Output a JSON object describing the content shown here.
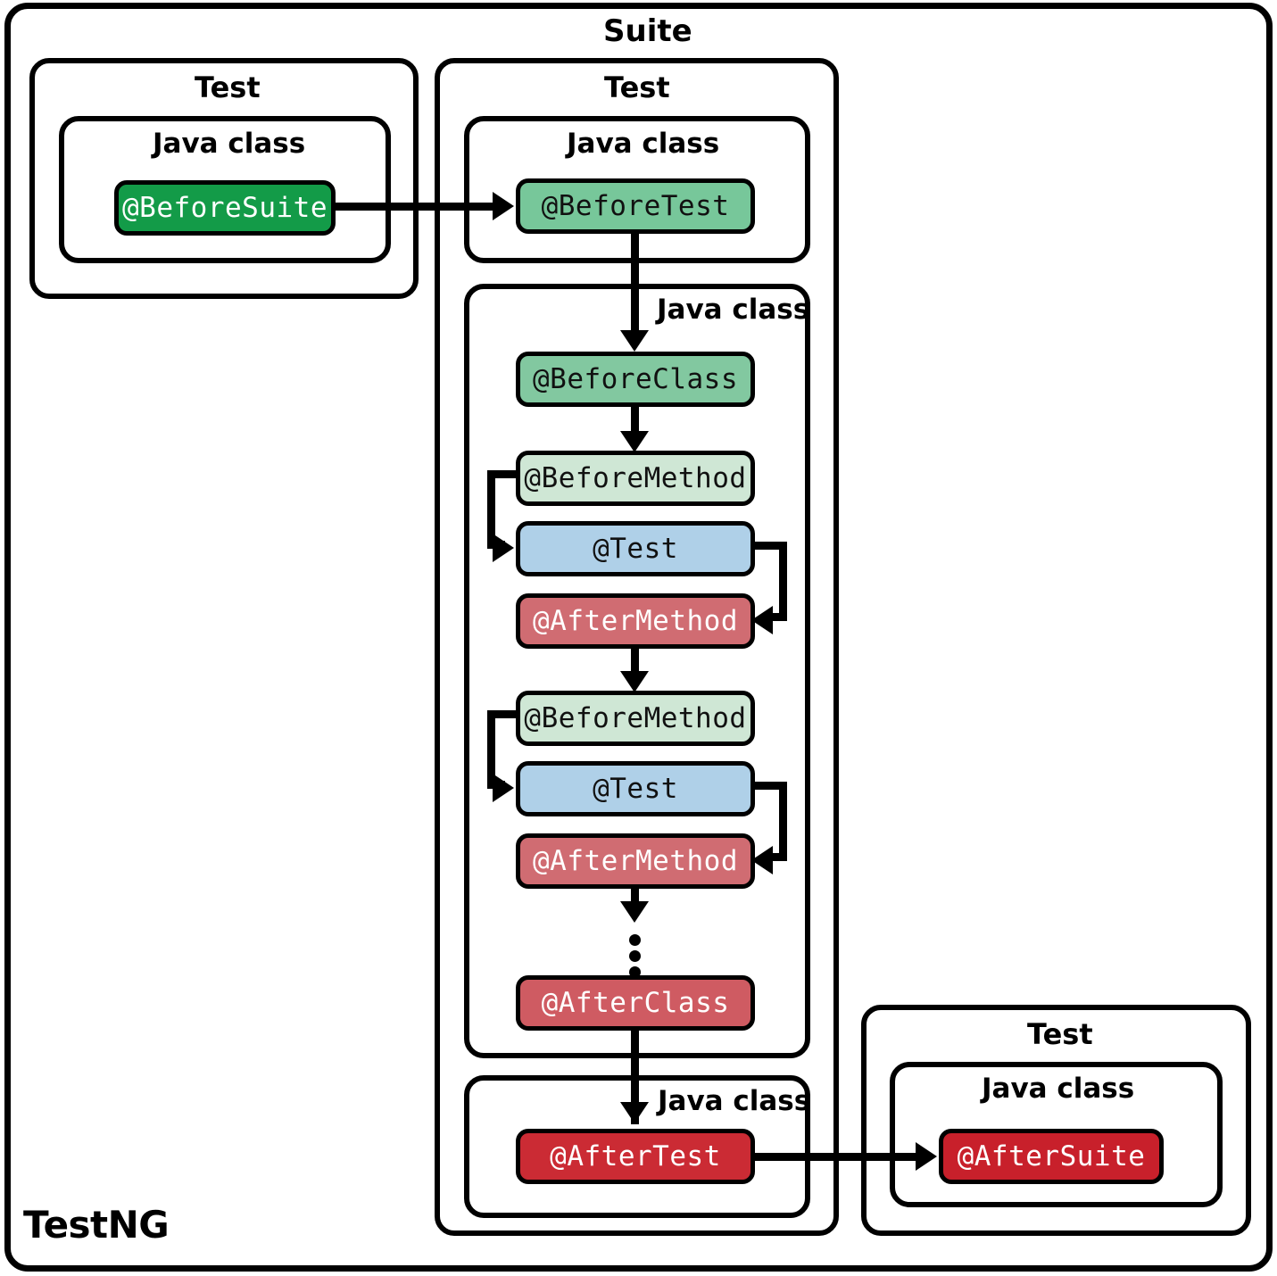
{
  "diagram": {
    "title": "TestNG",
    "footer_label": "TestNG",
    "labels": {
      "suite": "Suite",
      "test": "Test",
      "java_class": "Java class"
    },
    "colors": {
      "before_suite": "#139B48",
      "before_test": "#77C79A",
      "before_class": "#82C8A0",
      "before_method": "#CFE7D5",
      "test": "#AFD0E8",
      "after_method": "#D06C72",
      "after_class": "#CF5B62",
      "after_test": "#CB2B34",
      "after_suite": "#C8202B",
      "stroke": "#000000",
      "background": "#FFFFFF"
    },
    "frames": [
      {
        "id": "suite",
        "label": "Suite"
      },
      {
        "id": "test-left",
        "label": "Test"
      },
      {
        "id": "test-left-class",
        "label": "Java class"
      },
      {
        "id": "test-main",
        "label": "Test"
      },
      {
        "id": "test-main-class1",
        "label": "Java class"
      },
      {
        "id": "test-main-class2",
        "label": "Java class"
      },
      {
        "id": "test-main-class3",
        "label": "Java class"
      },
      {
        "id": "test-right",
        "label": "Test"
      },
      {
        "id": "test-right-class",
        "label": "Java class"
      }
    ],
    "nodes": [
      {
        "id": "before-suite",
        "label": "@BeforeSuite"
      },
      {
        "id": "before-test",
        "label": "@BeforeTest"
      },
      {
        "id": "before-class",
        "label": "@BeforeClass"
      },
      {
        "id": "before-method-1",
        "label": "@BeforeMethod"
      },
      {
        "id": "test-1",
        "label": "@Test"
      },
      {
        "id": "after-method-1",
        "label": "@AfterMethod"
      },
      {
        "id": "before-method-2",
        "label": "@BeforeMethod"
      },
      {
        "id": "test-2",
        "label": "@Test"
      },
      {
        "id": "after-method-2",
        "label": "@AfterMethod"
      },
      {
        "id": "after-class",
        "label": "@AfterClass"
      },
      {
        "id": "after-test",
        "label": "@AfterTest"
      },
      {
        "id": "after-suite",
        "label": "@AfterSuite"
      }
    ],
    "ellipsis": "⋮"
  }
}
